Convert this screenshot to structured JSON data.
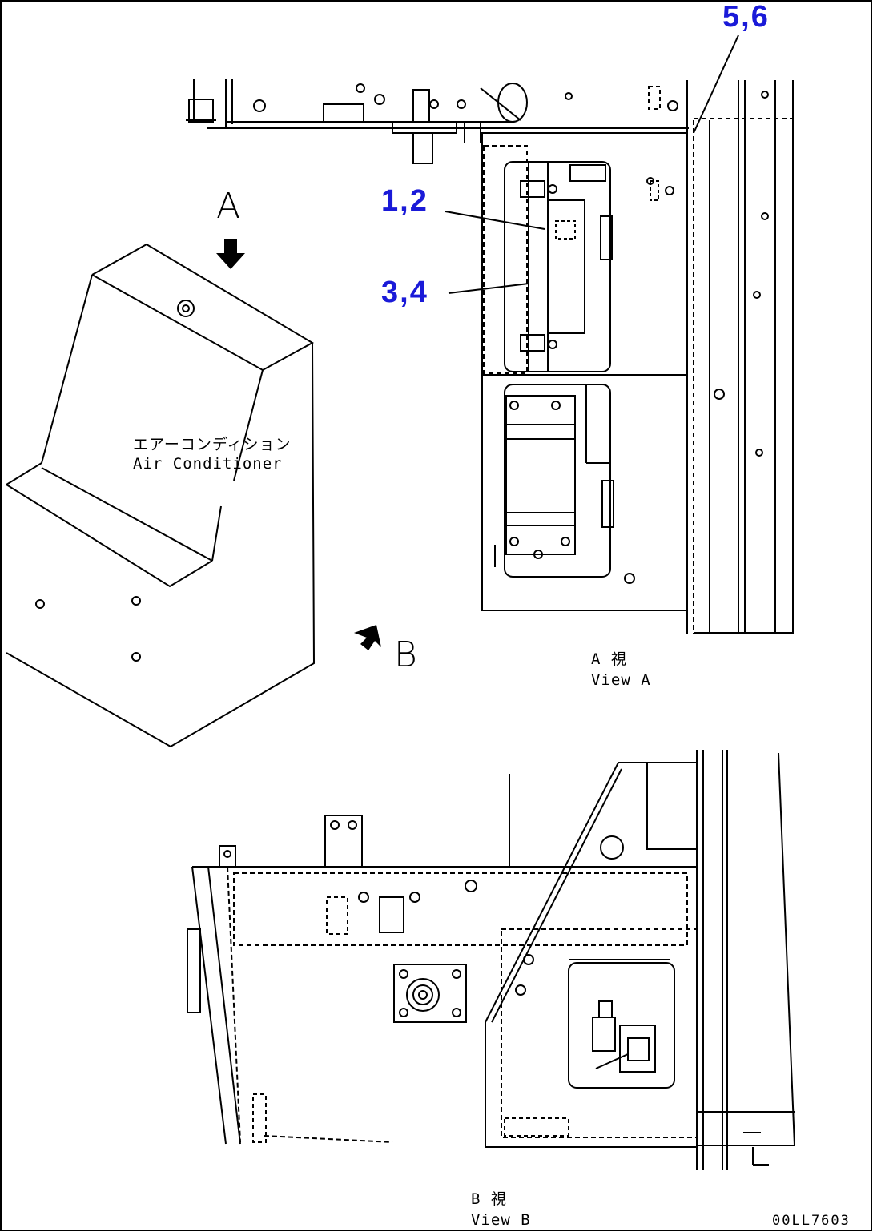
{
  "callouts": {
    "c56": "5,6",
    "c12": "1,2",
    "c34": "3,4"
  },
  "view_letters": {
    "a": "A",
    "b": "B"
  },
  "labels": {
    "aircon_jp": "エアーコンディション",
    "aircon_en": "Air Conditioner",
    "view_a_jp": "A 視",
    "view_a_en": "View A",
    "view_b_jp": "B 視",
    "view_b_en": "View B"
  },
  "drawing_code": "00LL7603",
  "colors": {
    "line": "#000000",
    "callout": "#1a1ad8",
    "background": "#ffffff"
  }
}
